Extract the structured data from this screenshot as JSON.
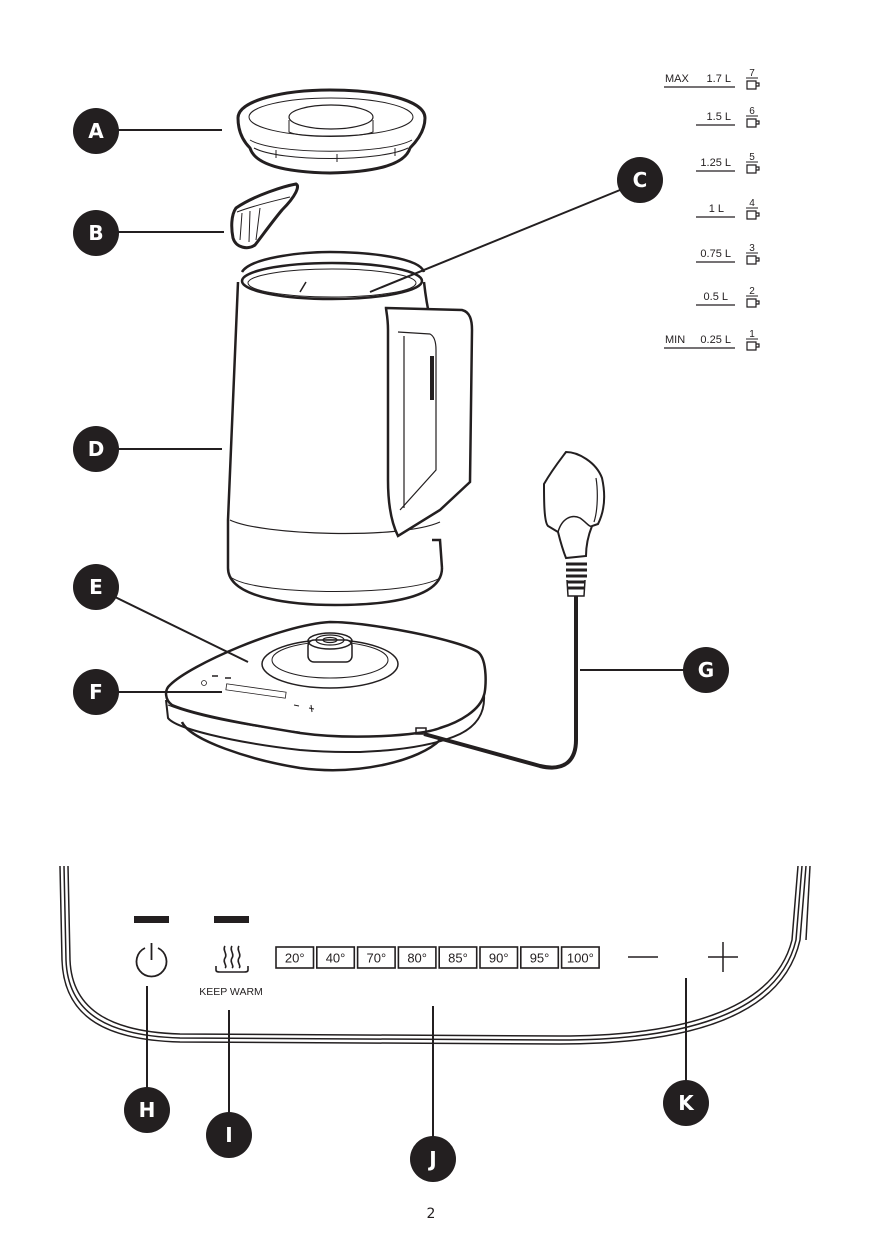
{
  "page": {
    "number": "2"
  },
  "colors": {
    "ink": "#231f20",
    "paper": "#ffffff"
  },
  "callouts": [
    {
      "letter": "A",
      "part": "lid"
    },
    {
      "letter": "B",
      "part": "filter"
    },
    {
      "letter": "C",
      "part": "jug-interior"
    },
    {
      "letter": "D",
      "part": "jug-body"
    },
    {
      "letter": "E",
      "part": "base"
    },
    {
      "letter": "F",
      "part": "control-panel"
    },
    {
      "letter": "G",
      "part": "power-cord"
    },
    {
      "letter": "H",
      "part": "power-button"
    },
    {
      "letter": "I",
      "part": "keep-warm-button"
    },
    {
      "letter": "J",
      "part": "temperature-selector"
    },
    {
      "letter": "K",
      "part": "adjust-buttons"
    }
  ],
  "water_scale": [
    {
      "label": "MAX",
      "volume": "1.7 L",
      "cups": "7"
    },
    {
      "label": "",
      "volume": "1.5 L",
      "cups": "6"
    },
    {
      "label": "",
      "volume": "1.25 L",
      "cups": "5"
    },
    {
      "label": "",
      "volume": "1 L",
      "cups": "4"
    },
    {
      "label": "",
      "volume": "0.75 L",
      "cups": "3"
    },
    {
      "label": "",
      "volume": "0.5 L",
      "cups": "2"
    },
    {
      "label": "MIN",
      "volume": "0.25 L",
      "cups": "1"
    }
  ],
  "control_panel": {
    "power_icon": "power-icon",
    "keep_warm_icon": "steam-icon",
    "keep_warm_label": "KEEP WARM",
    "temperatures": [
      "20°",
      "40°",
      "70°",
      "80°",
      "85°",
      "90°",
      "95°",
      "100°"
    ],
    "minus_icon": "minus-icon",
    "plus_icon": "plus-icon"
  }
}
